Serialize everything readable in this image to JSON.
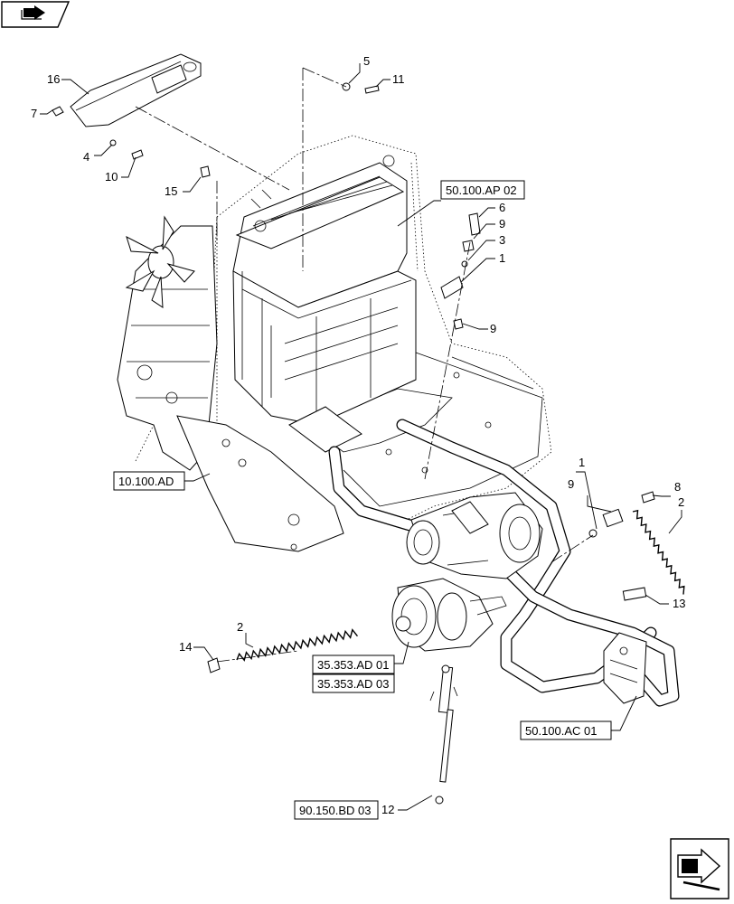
{
  "icons": {
    "top_left": "book-arrow-icon",
    "bottom_right": "next-page-arrow-icon"
  },
  "callouts": {
    "c16": "16",
    "c7": "7",
    "c4": "4",
    "c10": "10",
    "c15": "15",
    "c5": "5",
    "c11": "11",
    "c6": "6",
    "c9a": "9",
    "c3": "3",
    "c1a": "1",
    "c9b": "9",
    "c1b": "1",
    "c9c": "9",
    "c8": "8",
    "c2a": "2",
    "c13": "13",
    "c2b": "2",
    "c14": "14",
    "c12": "12"
  },
  "references": {
    "r_ap02": "50.100.AP 02",
    "r_ad": "10.100.AD",
    "r_353_01": "35.353.AD 01",
    "r_353_03": "35.353.AD 03",
    "r_ac01": "50.100.AC 01",
    "r_bd03": "90.150.BD 03"
  }
}
